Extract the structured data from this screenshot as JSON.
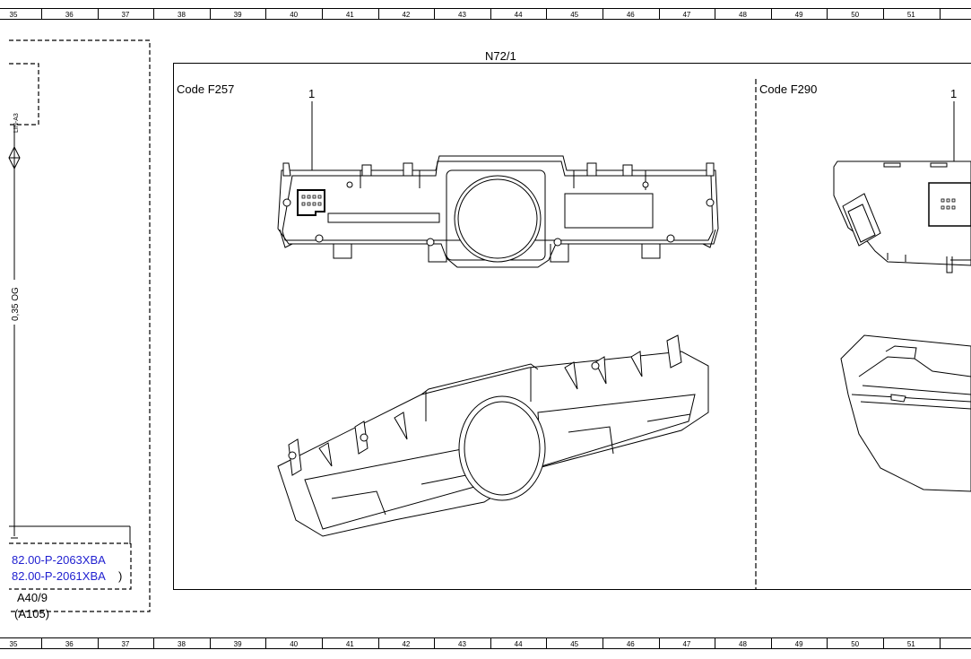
{
  "ruler_numbers": [
    "35",
    "36",
    "37",
    "38",
    "39",
    "40",
    "41",
    "42",
    "43",
    "44",
    "45",
    "46",
    "47",
    "48",
    "49",
    "50",
    "51"
  ],
  "component_id": "N72/1",
  "variant_left": {
    "code": "Code F257",
    "callout": "1"
  },
  "variant_right": {
    "code": "Code F290",
    "callout": "1"
  },
  "wire": {
    "label": "0,35 OG",
    "connector": "LIN-A3"
  },
  "links": [
    "82.00-P-2063XBA",
    "82.00-P-2061XBA"
  ],
  "link_suffix": ")",
  "module_id": "A40/9",
  "module_sub": "(A105)",
  "colors": {
    "link": "#1f1fd0",
    "line": "#000000",
    "background": "#ffffff"
  }
}
